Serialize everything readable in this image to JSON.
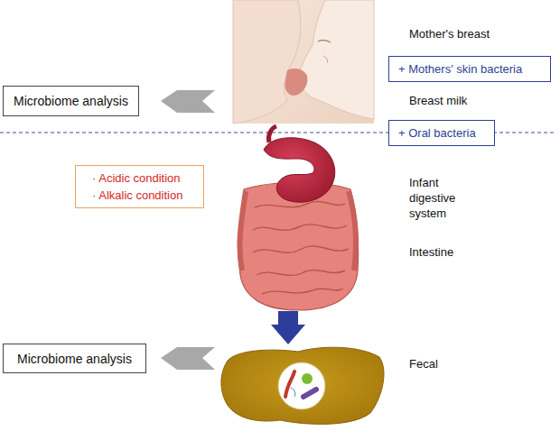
{
  "diagram": {
    "nodes": [
      {
        "text": [
          "+ Mothers' skin bacteria"
        ]
      },
      {
        "text": [
          "Microbiome analysis"
        ]
      },
      {
        "text": [
          "+ Oral bacteria"
        ]
      },
      {
        "text": [
          "· Acidic condition",
          "· Alkalic condition"
        ]
      },
      {
        "text": [
          "Microbiome analysis"
        ]
      }
    ],
    "labels": [
      "Mother's breast",
      "Breast milk",
      "Infant digestive system",
      "Intestine",
      "Fecal"
    ]
  }
}
